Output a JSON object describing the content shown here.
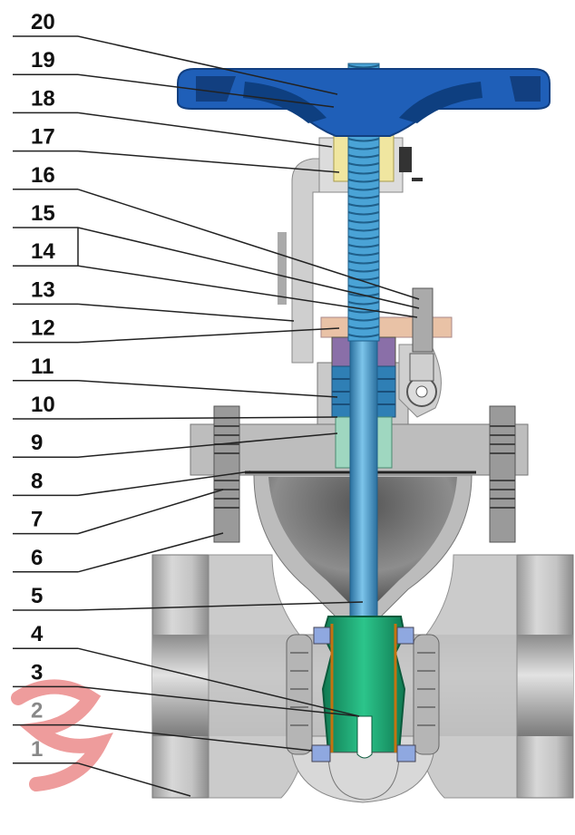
{
  "labels": [
    "20",
    "19",
    "18",
    "17",
    "16",
    "15",
    "14",
    "13",
    "12",
    "11",
    "10",
    "9",
    "8",
    "7",
    "6",
    "5",
    "4",
    "3",
    "2",
    "1"
  ],
  "colors": {
    "handwheel": "#1f5fb8",
    "handwheel_dark": "#123f80",
    "stem": "#4aa3d6",
    "stem_dark": "#2a6f9e",
    "body_light": "#cfcfcf",
    "body_mid": "#a9a9a9",
    "body_dark": "#6f6f6f",
    "wedge": "#1a9e6e",
    "nut_yellow": "#f0e6a0",
    "yoke_nut_pink": "#e9c2a6",
    "packing": "#2f7fb5",
    "gland": "#8a6fa8",
    "bonnet_ring": "#9fd7c0",
    "seat": "#8fa8e0",
    "leader": "#222222",
    "label": "#111111",
    "label_faded": "#888888",
    "watermark": "#e04b4b"
  }
}
